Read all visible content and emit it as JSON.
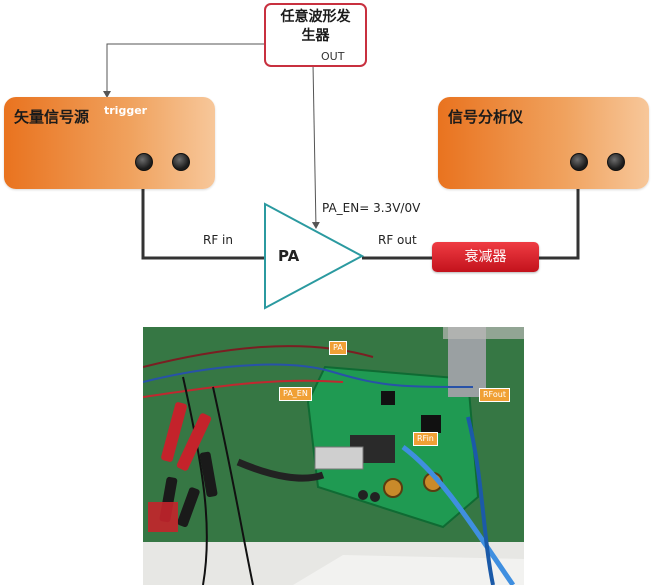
{
  "generator": {
    "title_line1": "任意波形发",
    "title_line2": "生器",
    "out_label": "OUT"
  },
  "vsg": {
    "title": "矢量信号源",
    "trigger_label": "trigger"
  },
  "analyzer": {
    "title": "信号分析仪"
  },
  "amplifier": {
    "label": "PA",
    "enable_label": "PA_EN= 3.3V/0V"
  },
  "signals": {
    "rf_in": "RF in",
    "rf_out": "RF out"
  },
  "attenuator": {
    "label": "衰减器"
  },
  "photo_tags": {
    "pa": "PA",
    "pa_en": "PA_EN",
    "rfin": "RFin",
    "rfout": "RFout"
  },
  "colors": {
    "box_orange": "#e9731f",
    "generator_border": "#c8303f",
    "attenuator_red": "#d8222a",
    "pa_triangle": "#2b9aa0",
    "pcb_green": "#2f7a45"
  }
}
